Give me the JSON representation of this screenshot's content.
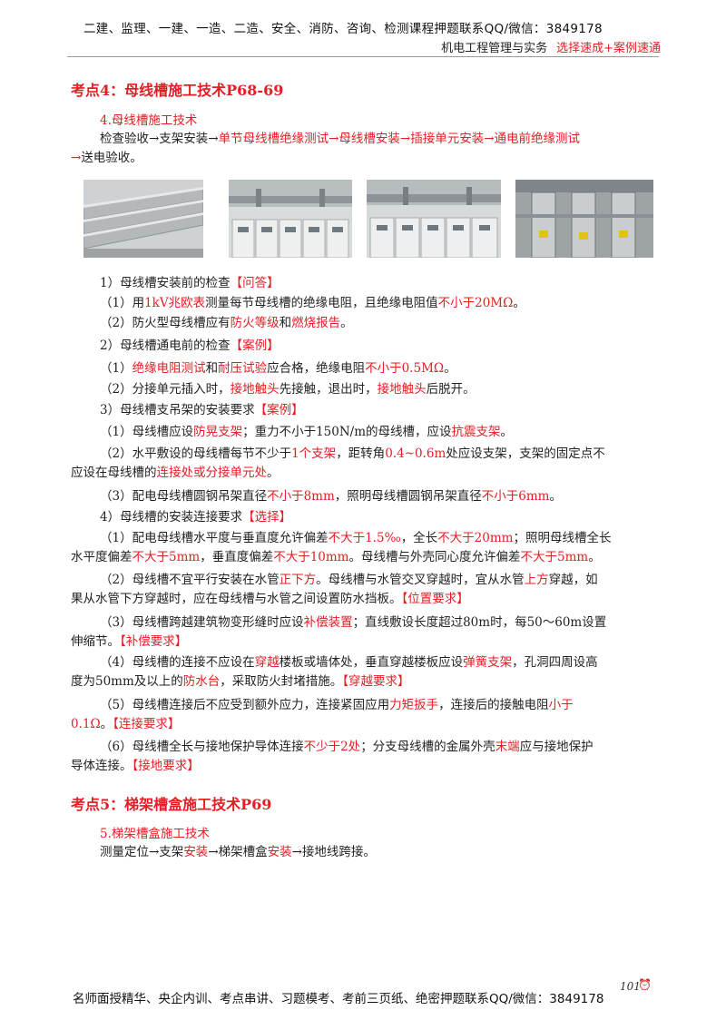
{
  "header": {
    "line1": "二建、监理、一建、一造、二造、安全、消防、咨询、检测课程押题联系QQ/微信：3849178",
    "subject": "机电工程管理与实务",
    "tagline": "选择速成+案例速通"
  },
  "section4": {
    "title": "考点4：母线槽施工技术P68-69",
    "subtitle": "4.母线槽施工技术",
    "flow": [
      {
        "t": "检查验收→支架安装→",
        "r": false
      },
      {
        "t": "单节母线槽绝缘测试→母线槽安装→插接单元安装→通电前绝缘测试",
        "r": true
      },
      {
        "t": "→",
        "r": true
      },
      {
        "t": "送电验收。",
        "r": false
      }
    ]
  },
  "photos": [
    {
      "name": "busway-bars-photo"
    },
    {
      "name": "switchgear-room-photo-1"
    },
    {
      "name": "switchgear-room-photo-2"
    },
    {
      "name": "busway-supports-photo"
    }
  ],
  "lines": [
    [
      {
        "t": "1）母线槽安装前的检查"
      },
      {
        "t": "【问答】",
        "r": true
      }
    ],
    [
      {
        "t": "（1）用"
      },
      {
        "t": "1kV兆欧表",
        "r": true
      },
      {
        "t": "测量每节母线槽的绝缘电阻，且绝缘电阻值"
      },
      {
        "t": "不小于20MΩ",
        "r": true
      },
      {
        "t": "。"
      }
    ],
    [
      {
        "t": "（2）防火型母线槽应有"
      },
      {
        "t": "防火等级",
        "r": true
      },
      {
        "t": "和"
      },
      {
        "t": "燃烧报告",
        "r": true
      },
      {
        "t": "。"
      }
    ],
    [
      {
        "t": "2）母线槽通电前的检查"
      },
      {
        "t": "【案例】",
        "r": true
      }
    ],
    [
      {
        "t": "（1）"
      },
      {
        "t": "绝缘电阻测试",
        "r": true
      },
      {
        "t": "和"
      },
      {
        "t": "耐压试验",
        "r": true
      },
      {
        "t": "应合格，绝缘电阻"
      },
      {
        "t": "不小于0.5MΩ",
        "r": true
      },
      {
        "t": "。"
      }
    ],
    [
      {
        "t": "（2）分接单元插入时，"
      },
      {
        "t": "接地触头",
        "r": true
      },
      {
        "t": "先接触，退出时，"
      },
      {
        "t": "接地触头",
        "r": true
      },
      {
        "t": "后脱开。"
      }
    ],
    [
      {
        "t": "3）母线槽支吊架的安装要求"
      },
      {
        "t": "【案例】",
        "r": true
      }
    ],
    [
      {
        "t": "（1）母线槽应设"
      },
      {
        "t": "防晃支架",
        "r": true
      },
      {
        "t": "；重力不小于150N/m的母线槽，应设"
      },
      {
        "t": "抗震支架",
        "r": true
      },
      {
        "t": "。"
      }
    ],
    [
      {
        "t": "（2）水平敷设的母线槽每节不少于"
      },
      {
        "t": "1个支架",
        "r": true
      },
      {
        "t": "，距转角"
      },
      {
        "t": "0.4~0.6m",
        "r": true
      },
      {
        "t": "处应设支架，支架的固定点不"
      }
    ],
    [
      {
        "t": "应设在母线槽的"
      },
      {
        "t": "连接处或分接单元处",
        "r": true
      },
      {
        "t": "。"
      }
    ],
    [
      {
        "t": "（3）配电母线槽圆钢吊架直径"
      },
      {
        "t": "不小于8mm",
        "r": true
      },
      {
        "t": "，照明母线槽圆钢吊架直径"
      },
      {
        "t": "不小于6mm",
        "r": true
      },
      {
        "t": "。"
      }
    ],
    [
      {
        "t": "4）母线槽的安装连接要求"
      },
      {
        "t": "【选择】",
        "r": true
      }
    ],
    [
      {
        "t": "（1）配电母线槽水平度与垂直度允许偏差"
      },
      {
        "t": "不大于1.5‰",
        "r": true
      },
      {
        "t": "，全长"
      },
      {
        "t": "不大于20mm",
        "r": true
      },
      {
        "t": "；照明母线槽全长"
      }
    ],
    [
      {
        "t": "水平度偏差"
      },
      {
        "t": "不大于5mm",
        "r": true
      },
      {
        "t": "，垂直度偏差"
      },
      {
        "t": "不大于10mm",
        "r": true
      },
      {
        "t": "。母线槽与外壳同心度允许偏差"
      },
      {
        "t": "不大于5mm",
        "r": true
      },
      {
        "t": "。"
      }
    ],
    [
      {
        "t": "（2）母线槽不宜平行安装在水管"
      },
      {
        "t": "正下方",
        "r": true
      },
      {
        "t": "。母线槽与水管交叉穿越时，宜从水管"
      },
      {
        "t": "上方",
        "r": true
      },
      {
        "t": "穿越，如"
      }
    ],
    [
      {
        "t": "果从水管下方穿越时，应在母线槽与水管之间设置防水挡板。"
      },
      {
        "t": "【位置要求】",
        "r": true
      }
    ],
    [
      {
        "t": "（3）母线槽跨越建筑物变形缝时应设"
      },
      {
        "t": "补偿装置",
        "r": true
      },
      {
        "t": "；直线敷设长度超过80m时，每50～60m设置"
      }
    ],
    [
      {
        "t": "伸缩节。"
      },
      {
        "t": "【补偿要求】",
        "r": true
      }
    ],
    [
      {
        "t": "（4）母线槽的连接不应设在"
      },
      {
        "t": "穿越",
        "r": true
      },
      {
        "t": "楼板或墙体处，垂直穿越楼板应设"
      },
      {
        "t": "弹簧支架",
        "r": true
      },
      {
        "t": "，孔洞四周设高"
      }
    ],
    [
      {
        "t": "度为50mm及以上的"
      },
      {
        "t": "防水台",
        "r": true
      },
      {
        "t": "，采取防火封堵措施。"
      },
      {
        "t": "【穿越要求】",
        "r": true
      }
    ],
    [
      {
        "t": "（5）母线槽连接后不应受到额外应力，连接紧固应用"
      },
      {
        "t": "力矩扳手",
        "r": true
      },
      {
        "t": "，连接后的接触电阻"
      },
      {
        "t": "小于",
        "r": true
      }
    ],
    [
      {
        "t": "0.1Ω",
        "r": true
      },
      {
        "t": "。"
      },
      {
        "t": "【连接要求】",
        "r": true
      }
    ],
    [
      {
        "t": "（6）母线槽全长与接地保护导体连接"
      },
      {
        "t": "不少于2处",
        "r": true
      },
      {
        "t": "；分支母线槽的金属外壳"
      },
      {
        "t": "末端",
        "r": true
      },
      {
        "t": "应与接地保护"
      }
    ],
    [
      {
        "t": "导体连接。"
      },
      {
        "t": "【接地要求】",
        "r": true
      }
    ]
  ],
  "section5": {
    "title": "考点5：梯架槽盒施工技术P69",
    "subtitle": "5.梯架槽盒施工技术",
    "flow": [
      {
        "t": "测量定位→支架",
        "r": false
      },
      {
        "t": "安装",
        "r": true
      },
      {
        "t": "→梯架槽盒",
        "r": false
      },
      {
        "t": "安装",
        "r": true
      },
      {
        "t": "→接地线跨接。",
        "r": false
      }
    ]
  },
  "footer": {
    "text": "名师面授精华、央企内训、考点串讲、习题模考、考前三页纸、绝密押题联系QQ/微信：3849178",
    "page": "101"
  }
}
